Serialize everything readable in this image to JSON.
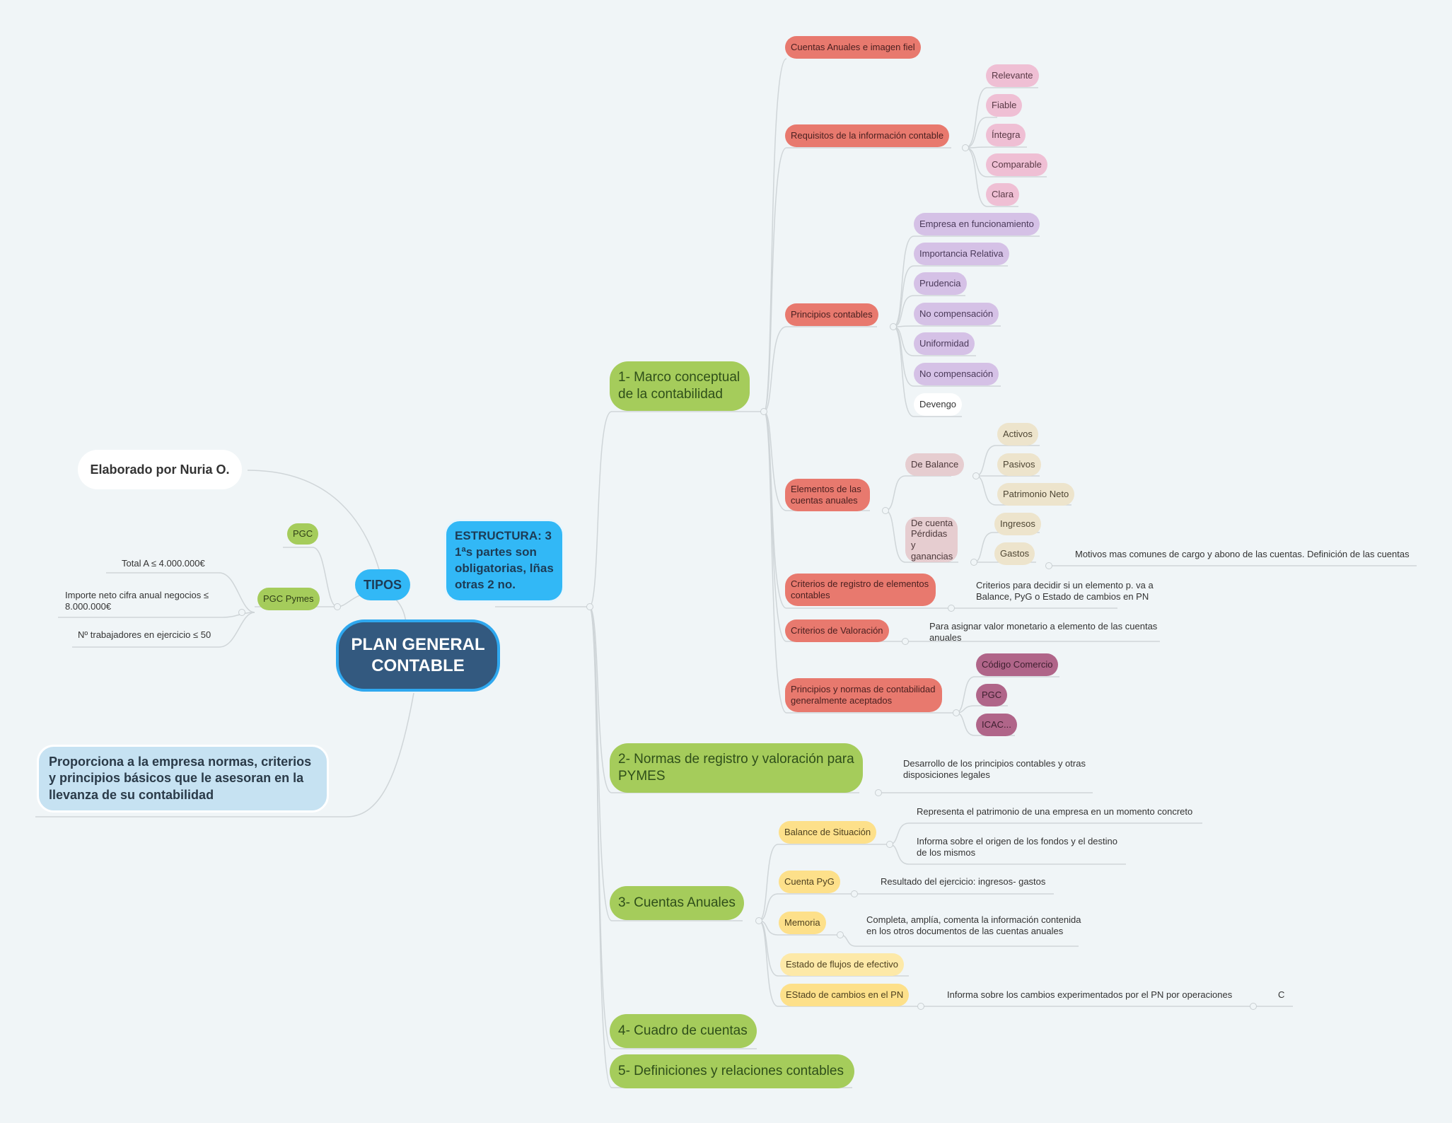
{
  "root": {
    "title": "PLAN GENERAL CONTABLE"
  },
  "left": {
    "author": "Elaborado por Nuria O.",
    "tipos": "TIPOS",
    "pgc": "PGC",
    "pgc_pymes": "PGC Pymes",
    "req1": "Total A  ≤  4.000.000€",
    "req2": "Importe neto cifra anual negocios  ≤ 8.000.000€",
    "req3": "Nº trabajadores en ejercicio  ≤ 50",
    "summary": "Proporciona a la empresa normas, criterios y principios básicos que le asesoran en la llevanza de su contabilidad"
  },
  "estructura": "ESTRUCTURA:  3 1ªs partes son obligatorias, lñas otras 2 no.",
  "b1": {
    "title": "1- Marco conceptual de la contabilidad",
    "cuentas_anuales": "Cuentas Anuales e imagen fiel",
    "requisitos": {
      "label": "Requisitos de la información contable",
      "items": [
        "Relevante",
        "Fiable",
        "Íntegra",
        "Comparable",
        "Clara"
      ]
    },
    "principios": {
      "label": "Principios contables",
      "items": [
        "Empresa en funcionamiento",
        "Importancia Relativa",
        "Prudencia",
        "No compensación",
        "Uniformidad",
        "No compensación",
        "Devengo"
      ]
    },
    "elementos": {
      "label": "Elementos de  las cuentas anuales",
      "balance": {
        "label": "De Balance",
        "items": [
          "Activos",
          "Pasivos",
          "Patrimonio Neto"
        ]
      },
      "pyg": {
        "label": "De cuenta Pérdidas y ganancias",
        "items": [
          "Ingresos",
          "Gastos"
        ],
        "gastos_note": "Motivos mas comunes de cargo y abono de las cuentas.  Definición de las cuentas"
      }
    },
    "criterios_registro": {
      "label": "Criterios de registro de elementos contables",
      "note": "Criterios para decidir si un elemento p. va a Balance, PyG o Estado de cambios en PN"
    },
    "criterios_valoracion": {
      "label": "Criterios de Valoración",
      "note": "Para asignar valor monetario a elemento de las cuentas anuales"
    },
    "principios_normas": {
      "label": "Principios y normas de contabilidad generalmente aceptados",
      "items": [
        "Código Comercio",
        "PGC",
        "ICAC..."
      ]
    }
  },
  "b2": {
    "title": "2- Normas de registro y valoración para PYMES",
    "note": "Desarrollo de los principios contables y otras disposiciones legales"
  },
  "b3": {
    "title": "3- Cuentas Anuales",
    "balance": {
      "label": "Balance de Situación",
      "note1": "Representa el patrimonio de una empresa en un momento concreto",
      "note2": "Informa sobre el origen de los fondos y el destino de los mismos"
    },
    "pyg": {
      "label": "Cuenta PyG",
      "note": "Resultado del ejercicio: ingresos- gastos"
    },
    "memoria": {
      "label": "Memoria",
      "note": "Completa, amplía, comenta la información contenida en los otros documentos de las cuentas anuales"
    },
    "flujos": "Estado de flujos de efectivo",
    "cambios": {
      "label": "EStado de cambios en el PN",
      "note": "Informa sobre los cambios experimentados por el PN por operaciones",
      "trail": "C"
    }
  },
  "b4": {
    "title": "4- Cuadro de cuentas"
  },
  "b5": {
    "title": "5- Definiciones y relaciones contables"
  }
}
